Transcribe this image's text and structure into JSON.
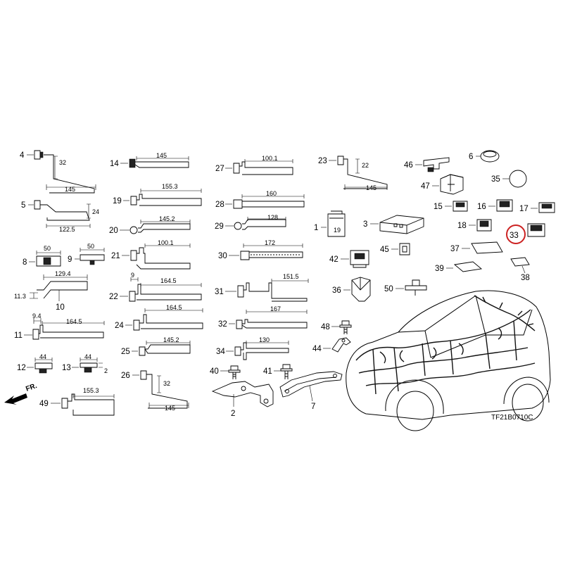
{
  "diagram_code": "TF21B0710C",
  "front_arrow": "FR.",
  "highlight_color": "#cc2222",
  "highlighted_part": "33",
  "parts": {
    "p1": "1",
    "p2": "2",
    "p3": "3",
    "p4": "4",
    "p5": "5",
    "p6": "6",
    "p7": "7",
    "p8": "8",
    "p9": "9",
    "p10": "10",
    "p11": "11",
    "p12": "12",
    "p13": "13",
    "p14": "14",
    "p15": "15",
    "p16": "16",
    "p17": "17",
    "p18": "18",
    "p19": "19",
    "p20": "20",
    "p21": "21",
    "p22": "22",
    "p23": "23",
    "p24": "24",
    "p25": "25",
    "p26": "26",
    "p27": "27",
    "p28": "28",
    "p29": "29",
    "p30": "30",
    "p31": "31",
    "p32": "32",
    "p33": "33",
    "p34": "34",
    "p35": "35",
    "p36": "36",
    "p37": "37",
    "p38": "38",
    "p39": "39",
    "p40": "40",
    "p41": "41",
    "p42": "42",
    "p44": "44",
    "p45": "45",
    "p46": "46",
    "p47": "47",
    "p48": "48",
    "p49": "49",
    "p50": "50"
  },
  "dims": {
    "d4_h": "32",
    "d4_w": "145",
    "d5_h": "24",
    "d5_w": "122.5",
    "d8_w": "50",
    "d9_w": "50",
    "d10_w": "129.4",
    "d10_h": "11.3",
    "d11_a": "9.4",
    "d11_w": "164.5",
    "d12_w": "44",
    "d13_w": "44",
    "d13_h": "2",
    "d49_w": "155.3",
    "d14_w": "145",
    "d19_w": "155.3",
    "d20_w": "145.2",
    "d21_w": "100.1",
    "d22_a": "9",
    "d22_w": "164.5",
    "d24_w": "164.5",
    "d25_w": "145.2",
    "d26_h": "32",
    "d26_w": "145",
    "d27_w": "100.1",
    "d28_w": "160",
    "d29_w": "128",
    "d30_w": "172",
    "d31_w": "151.5",
    "d32_w": "167",
    "d34_w": "130",
    "d23_h": "22",
    "d23_w": "145",
    "d1_label": "19"
  }
}
